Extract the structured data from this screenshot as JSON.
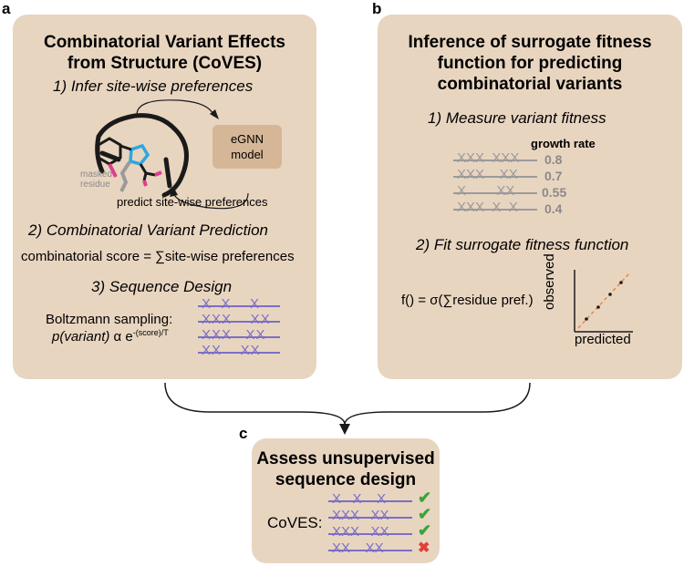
{
  "labels": {
    "a": "a",
    "b": "b",
    "c": "c"
  },
  "panel_a": {
    "title_line1": "Combinatorial Variant Effects",
    "title_line2": "from Structure (CoVES)",
    "step1": "1)  Infer site-wise preferences",
    "model_line1": "eGNN",
    "model_line2": "model",
    "masked_line1": "masked",
    "masked_line2": "residue",
    "predict_label": "predict site-wise preferences",
    "step2": "2) Combinatorial Variant Prediction",
    "score_formula": "combinatorial score = ∑site-wise preferences",
    "step3": "3) Sequence Design",
    "boltzmann": "Boltzmann sampling:",
    "formula_prefix": "p(variant)",
    "formula_alpha": " α e",
    "formula_exp": "-(score)/T",
    "sequences": [
      "X  X    X",
      "XXX    XX",
      "XXX   XX",
      "XX    XX"
    ]
  },
  "panel_b": {
    "title_line1": "Inference of surrogate fitness",
    "title_line2": "function for predicting",
    "title_line3": "combinatorial variants",
    "step1": "1)  Measure variant fitness",
    "growth_header": "growth rate",
    "variants": [
      {
        "seq": "XXX  XXX",
        "value": "0.8"
      },
      {
        "seq": "XXX    XX",
        "value": "0.7"
      },
      {
        "seq": "X        XX",
        "value": "0.55"
      },
      {
        "seq": "XXX  X  X",
        "value": "0.4"
      }
    ],
    "step2": "2) Fit surrogate fitness function",
    "function_formula": "f() = σ(∑residue pref.)",
    "ylabel": "observed",
    "xlabel": "predicted"
  },
  "panel_c": {
    "title_line1": "Assess unsupervised",
    "title_line2": "sequence design",
    "coves_label": "CoVES:",
    "sequences": [
      {
        "seq": "X   X    X",
        "status": "✔"
      },
      {
        "seq": "XXX   XX",
        "status": "✔"
      },
      {
        "seq": "XXX   XX",
        "status": "✔"
      },
      {
        "seq": "XX    XX",
        "status": "✖"
      }
    ]
  },
  "colors": {
    "panel": "#e8d5c0",
    "model_box": "#d5b696",
    "sequence_purple": "#7b6fc6",
    "variant_gray": "#9a9a9a",
    "check_green": "#3aa33a",
    "cross_red": "#e0413c",
    "fit_line": "#e8894a",
    "pink_atom": "#e03d8c",
    "blue_ring": "#2ea7e0"
  }
}
